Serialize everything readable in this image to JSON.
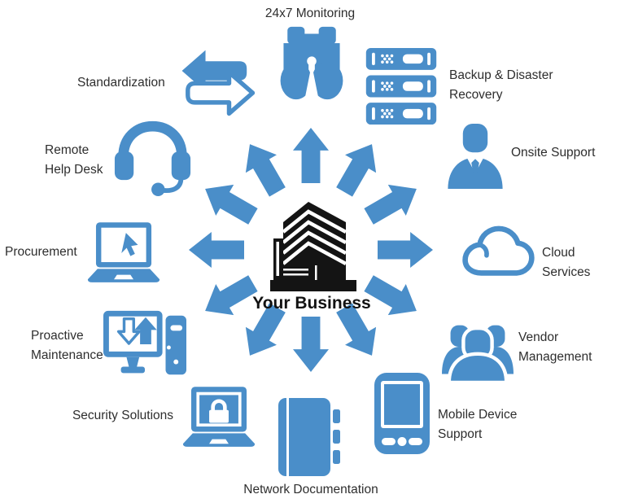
{
  "colors": {
    "blue": "#4a8ec9",
    "ink": "#2e2e2e",
    "hub_ink": "#121212",
    "background": "#ffffff"
  },
  "hub": {
    "label": "Your Business",
    "icon": "office-building-icon",
    "arrow_count": 12,
    "arrow_step_deg": 30,
    "arrow_start_deg": 0
  },
  "services": [
    {
      "id": "monitoring",
      "icon": "binoculars-icon",
      "lines": [
        "24x7 Monitoring"
      ]
    },
    {
      "id": "backup",
      "icon": "server-stack-icon",
      "lines": [
        "Backup & Disaster",
        "Recovery"
      ]
    },
    {
      "id": "onsite",
      "icon": "person-suit-icon",
      "lines": [
        "Onsite Support"
      ]
    },
    {
      "id": "cloud",
      "icon": "cloud-icon",
      "lines": [
        "Cloud Services"
      ]
    },
    {
      "id": "vendor",
      "icon": "people-group-icon",
      "lines": [
        "Vendor",
        "Management"
      ]
    },
    {
      "id": "mobile",
      "icon": "mobile-phone-icon",
      "lines": [
        "Mobile Device",
        "Support"
      ]
    },
    {
      "id": "network",
      "icon": "binder-icon",
      "lines": [
        "Network Documentation"
      ]
    },
    {
      "id": "security",
      "icon": "laptop-lock-icon",
      "lines": [
        "Security Solutions"
      ]
    },
    {
      "id": "proactive",
      "icon": "desktop-update-icon",
      "lines": [
        "Proactive",
        "Maintenance"
      ]
    },
    {
      "id": "procurement",
      "icon": "laptop-cursor-icon",
      "lines": [
        "Procurement"
      ]
    },
    {
      "id": "helpdesk",
      "icon": "headset-icon",
      "lines": [
        "Remote",
        "Help Desk"
      ]
    },
    {
      "id": "standardization",
      "icon": "swap-arrows-icon",
      "lines": [
        "Standardization"
      ]
    }
  ]
}
